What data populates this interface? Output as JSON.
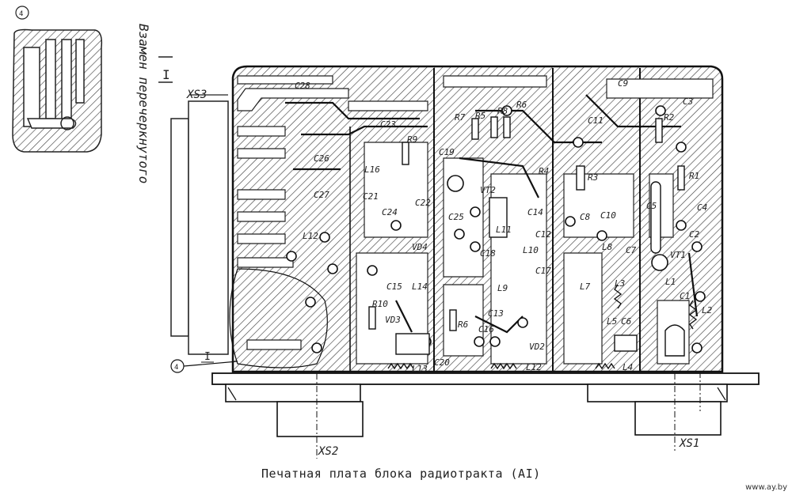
{
  "caption": "Печатная плата блока радиотракта (AI)",
  "watermark": "www.ay.by",
  "note_vertical": "Взамен перечеркнутого",
  "section_mark": "I",
  "callout_label": "I",
  "callout_circle": "4",
  "connectors": {
    "xs1": "XS1",
    "xs2": "XS2",
    "xs3": "XS3"
  },
  "components": {
    "c28": "C28",
    "c23": "C23",
    "c26": "C26",
    "c27": "C27",
    "c21": "C21",
    "c24": "C24",
    "r9": "R9",
    "l16": "L16",
    "c22": "C22",
    "l12": "L12",
    "vd4": "VD4",
    "c15": "C15",
    "l14": "L14",
    "r10": "R10",
    "vd3": "VD3",
    "l13": "L13",
    "c20": "C20",
    "c19": "C19",
    "c25": "C25",
    "r7": "R7",
    "r5": "R5",
    "r8": "R8",
    "r6": "R6",
    "vt2": "VT2",
    "l11": "L11",
    "r4": "R4",
    "c14": "C14",
    "c12": "C12",
    "c18": "C18",
    "l10": "L10",
    "l9": "L9",
    "c17": "C17",
    "c13": "C13",
    "c16": "C16",
    "r6b": "R6",
    "vd2": "VD2",
    "l12b": "L12",
    "c11": "C11",
    "c9": "C9",
    "r3": "R3",
    "c8": "C8",
    "c10": "C10",
    "l8": "L8",
    "c7": "C7",
    "l7": "L7",
    "c6": "C6",
    "l4": "L4",
    "l5": "L5",
    "c3": "C3",
    "r2": "R2",
    "r1": "R1",
    "c4": "C4",
    "c5": "C5",
    "c2": "C2",
    "vt1": "VT1",
    "l3": "L3",
    "l1": "L1",
    "c1": "C1",
    "l2": "L2"
  }
}
